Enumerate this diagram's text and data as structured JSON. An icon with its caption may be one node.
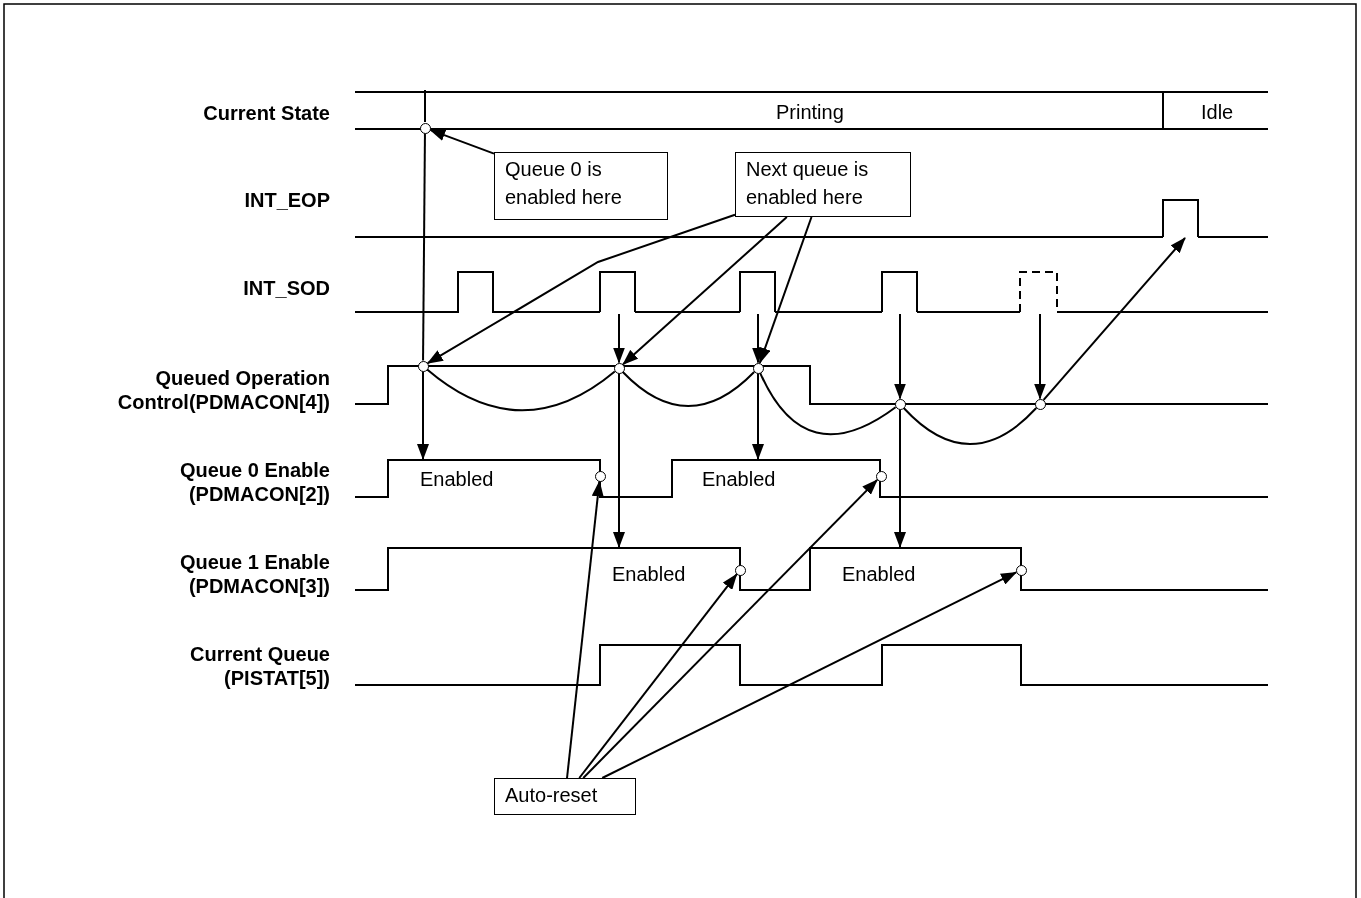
{
  "diagram": {
    "nodes": [
      {
        "text": [
          "Queue 0 is enabled here"
        ]
      },
      {
        "text": [
          "Next queue is enabled here"
        ]
      },
      {
        "text": [
          "Auto-reset"
        ]
      },
      {
        "text": [],
        "shape": "circle"
      },
      {
        "text": [],
        "shape": "circle"
      },
      {
        "text": [],
        "shape": "circle"
      },
      {
        "text": [],
        "shape": "circle"
      },
      {
        "text": [],
        "shape": "circle"
      },
      {
        "text": [],
        "shape": "circle"
      },
      {
        "text": [],
        "shape": "circle"
      },
      {
        "text": [],
        "shape": "circle"
      },
      {
        "text": [],
        "shape": "circle"
      },
      {
        "text": [],
        "shape": "circle"
      },
      {
        "text": [],
        "shape": "line"
      },
      {
        "text": [],
        "shape": "line"
      },
      {
        "text": [],
        "shape": "line"
      },
      {
        "text": [],
        "shape": "line"
      },
      {
        "text": [],
        "shape": "line"
      },
      {
        "text": [],
        "shape": "line"
      },
      {
        "text": [],
        "shape": "line"
      },
      {
        "text": [],
        "shape": "line"
      },
      {
        "text": [],
        "shape": "line"
      }
    ],
    "edges": [
      {
        "from": 0,
        "to": 3,
        "arrow": "to"
      },
      {
        "from": 1,
        "to": 4,
        "arrow": "to"
      },
      {
        "from": 1,
        "to": 5,
        "arrow": "to"
      },
      {
        "from": 1,
        "to": 6,
        "arrow": "to"
      },
      {
        "from": 2,
        "to": 9,
        "arrow": "to"
      },
      {
        "from": 2,
        "to": 11,
        "arrow": "to"
      },
      {
        "from": 2,
        "to": 10,
        "arrow": "to"
      },
      {
        "from": 2,
        "to": 12,
        "arrow": "to"
      },
      {
        "from": 14,
        "to": 5,
        "arrow": "to"
      },
      {
        "from": 15,
        "to": 6,
        "arrow": "to"
      },
      {
        "from": 16,
        "to": 7,
        "arrow": "to"
      },
      {
        "from": 17,
        "to": 8,
        "arrow": "to"
      },
      {
        "from": 3,
        "to": 4,
        "arrow": "none"
      },
      {
        "from": 4,
        "to": 18,
        "arrow": "to"
      },
      {
        "from": 5,
        "to": 20,
        "arrow": "to"
      },
      {
        "from": 6,
        "to": 19,
        "arrow": "to"
      },
      {
        "from": 7,
        "to": 21,
        "arrow": "to"
      },
      {
        "from": 8,
        "to": 13,
        "arrow": "to"
      },
      {
        "from": 4,
        "to": 5,
        "arrow": "none"
      },
      {
        "from": 5,
        "to": 6,
        "arrow": "none"
      },
      {
        "from": 6,
        "to": 7,
        "arrow": "none"
      },
      {
        "from": 7,
        "to": 8,
        "arrow": "none"
      }
    ],
    "labels": [
      "Current State",
      "Printing",
      "Idle",
      "INT_EOP",
      "INT_SOD",
      "Queued Operation Control(PDMACON[4])",
      "Queue 0 Enable (PDMACON[2])",
      "Enabled",
      "Enabled",
      "Queue 1 Enable (PDMACON[3])",
      "Enabled",
      "Enabled",
      "Current Queue (PISTAT[5])"
    ]
  }
}
